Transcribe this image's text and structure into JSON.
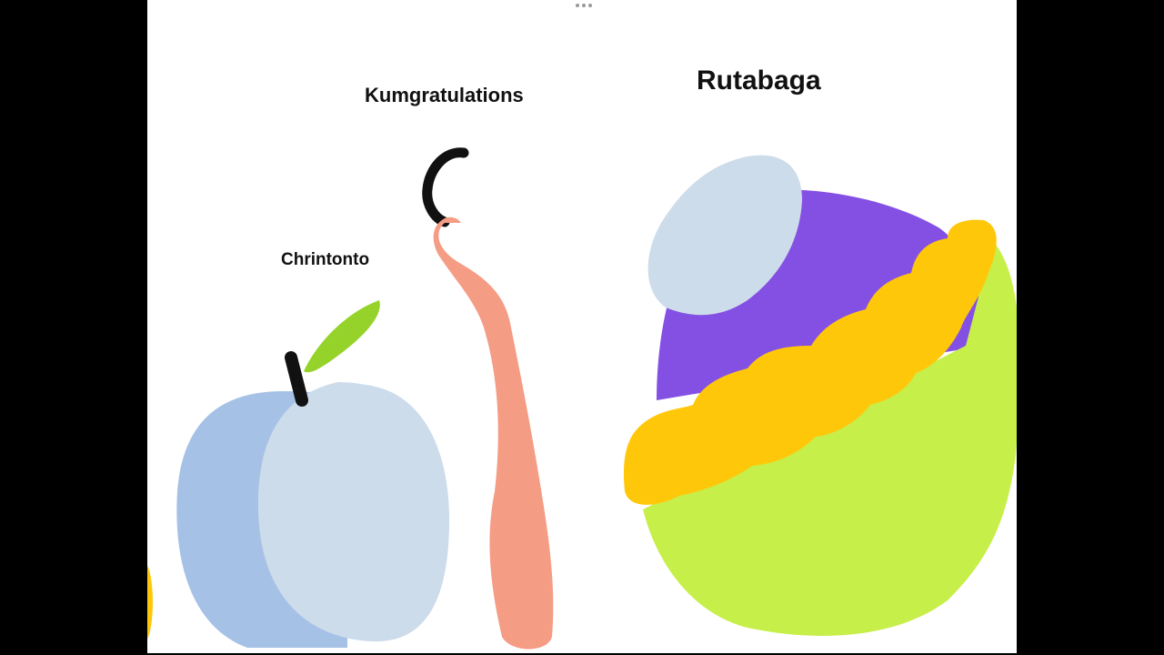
{
  "labels": {
    "kumgratulations": "Kumgratulations",
    "rutabaga": "Rutabaga",
    "chrintonto": "Chrintonto"
  },
  "colors": {
    "letterbox": "#000000",
    "canvas": "#ffffff",
    "plum_dark": "#a6c1e6",
    "plum_light": "#cddcea",
    "stem": "#111111",
    "leaf": "#95d32a",
    "worm": "#f59c84",
    "rutabaga_purple": "#8450e4",
    "rutabaga_yellow": "#ffc70a",
    "rutabaga_lime": "#c7ef4a",
    "rutabaga_top": "#cddcea",
    "edge_fruit": "#ffc70a"
  },
  "icons": {
    "more_handle": "more-dots-icon"
  }
}
